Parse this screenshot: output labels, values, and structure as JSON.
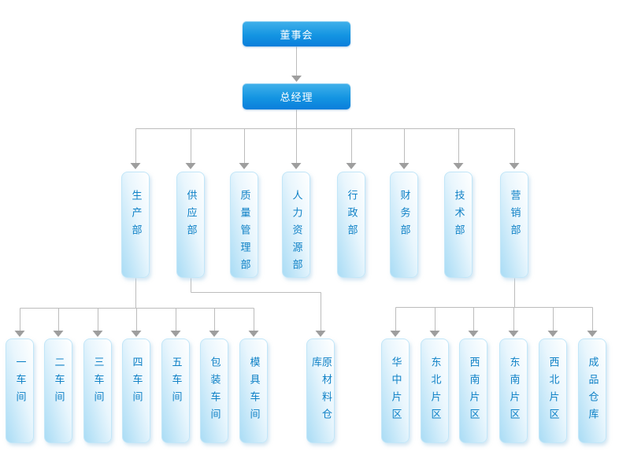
{
  "org": {
    "board": {
      "id": "board-of-directors",
      "label": "董事会"
    },
    "general_manager": {
      "id": "general-manager",
      "label": "总经理"
    },
    "departments": [
      {
        "id": "production-dept",
        "label": "生产部"
      },
      {
        "id": "supply-dept",
        "label": "供应部"
      },
      {
        "id": "quality-management-dept",
        "label": "质量管理部"
      },
      {
        "id": "human-resources-dept",
        "label": "人力资源部"
      },
      {
        "id": "administration-dept",
        "label": "行政部"
      },
      {
        "id": "finance-dept",
        "label": "财务部"
      },
      {
        "id": "technology-dept",
        "label": "技术部"
      },
      {
        "id": "marketing-dept",
        "label": "营销部"
      }
    ],
    "production_units": [
      {
        "id": "workshop-1",
        "label": "一车间"
      },
      {
        "id": "workshop-2",
        "label": "二车间"
      },
      {
        "id": "workshop-3",
        "label": "三车间"
      },
      {
        "id": "workshop-4",
        "label": "四车间"
      },
      {
        "id": "workshop-5",
        "label": "五车间"
      },
      {
        "id": "packaging-workshop",
        "label": "包装车间"
      },
      {
        "id": "mold-workshop",
        "label": "模具车间"
      }
    ],
    "supply_units": [
      {
        "id": "raw-material-warehouse",
        "label": "原材料仓库"
      }
    ],
    "marketing_units": [
      {
        "id": "central-china-region",
        "label": "华中片区"
      },
      {
        "id": "northeast-region",
        "label": "东北片区"
      },
      {
        "id": "southwest-region",
        "label": "西南片区"
      },
      {
        "id": "southeast-region",
        "label": "东南片区"
      },
      {
        "id": "northwest-region",
        "label": "西北片区"
      },
      {
        "id": "finished-goods-warehouse",
        "label": "成品仓库"
      }
    ]
  },
  "colors": {
    "background": "#ffffff",
    "executive_box_top": "#41b1ea",
    "executive_box_mid": "#1495e2",
    "executive_box_bottom": "#0a7edb",
    "executive_text": "#ffffff",
    "dept_box_light": "#ffffff",
    "dept_box_mid": "#e9f6fd",
    "dept_box_dark": "#a9dcf5",
    "dept_border": "#c2e6f8",
    "dept_text": "#0f81c6",
    "connector_line": "#bcbcbc",
    "arrowhead": "#9e9e9e"
  }
}
